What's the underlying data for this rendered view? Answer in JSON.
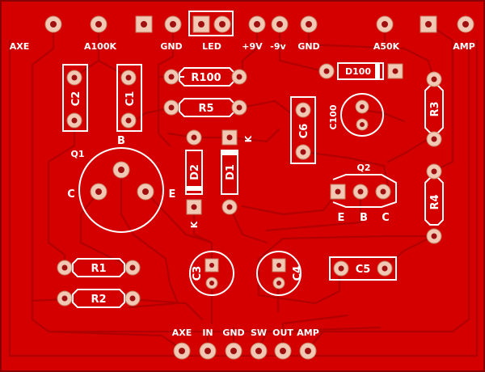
{
  "labels": {
    "axe_top": "AXE",
    "a100k": "A100K",
    "gnd_top1": "GND",
    "led": "LED",
    "plus9v": "+9V",
    "minus9v": "-9v",
    "gnd_top2": "GND",
    "a50k": "A50K",
    "amp_top": "AMP",
    "c2": "C2",
    "c1": "C1",
    "r100": "R100",
    "r5": "R5",
    "d100": "D100",
    "r3": "R3",
    "c100": "C100",
    "c6": "C6",
    "q1": "Q1",
    "q1_b": "B",
    "q1_c": "C",
    "q1_e": "E",
    "d2": "D2",
    "d1": "D1",
    "d2_k": "K",
    "d1_k": "K",
    "q2": "Q2",
    "q2_e": "E",
    "q2_b": "B",
    "q2_c": "C",
    "r4": "R4",
    "r1": "R1",
    "r2": "R2",
    "c3": "C3",
    "c4": "C4",
    "c5": "C5",
    "axe_bot": "AXE",
    "in_bot": "IN",
    "gnd_bot": "GND",
    "sw_bot": "SW",
    "out_bot": "OUT",
    "amp_bot": "AMP"
  },
  "colors": {
    "board": "#d40000",
    "silkscreen": "#ffffff",
    "trace": "#b10000",
    "pad": "#f0c8b4"
  }
}
